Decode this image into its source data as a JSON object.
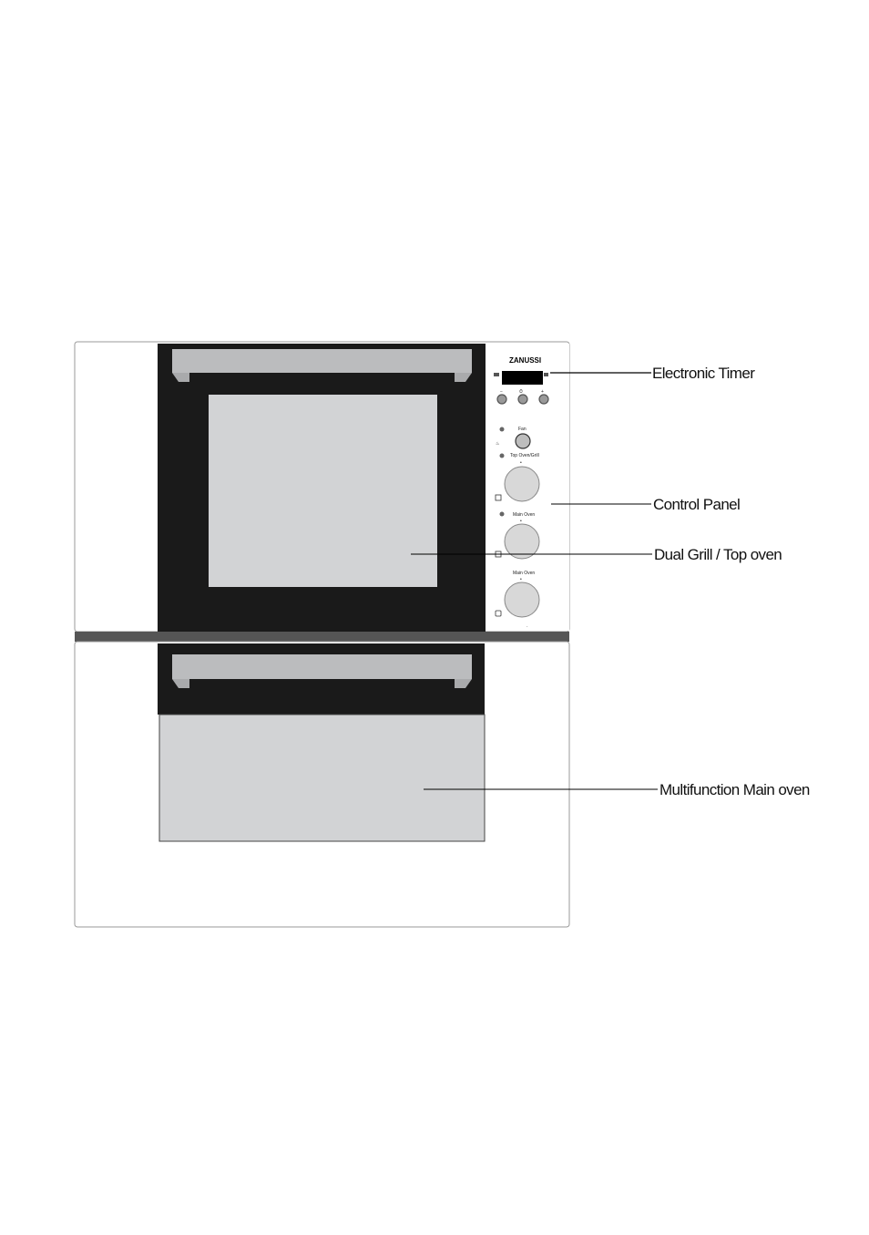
{
  "brand": "ZANUSSI",
  "labels": {
    "electronic_timer": "Electronic Timer",
    "control_panel": "Control Panel",
    "dual_grill": "Dual Grill / Top oven",
    "main_oven": "Multifunction Main oven"
  },
  "panel": {
    "timer_buttons": [
      "−",
      "⏱",
      "+"
    ],
    "fan_label": "Fan",
    "knob1_label": "Top Oven/Grill",
    "knob2_label": "Main Oven",
    "knob3_label": "Main Oven"
  },
  "colors": {
    "door_dark": "#1a1a1a",
    "window_grey": "#d2d3d5",
    "handle_grey": "#b9babc",
    "divider": "#555555"
  }
}
